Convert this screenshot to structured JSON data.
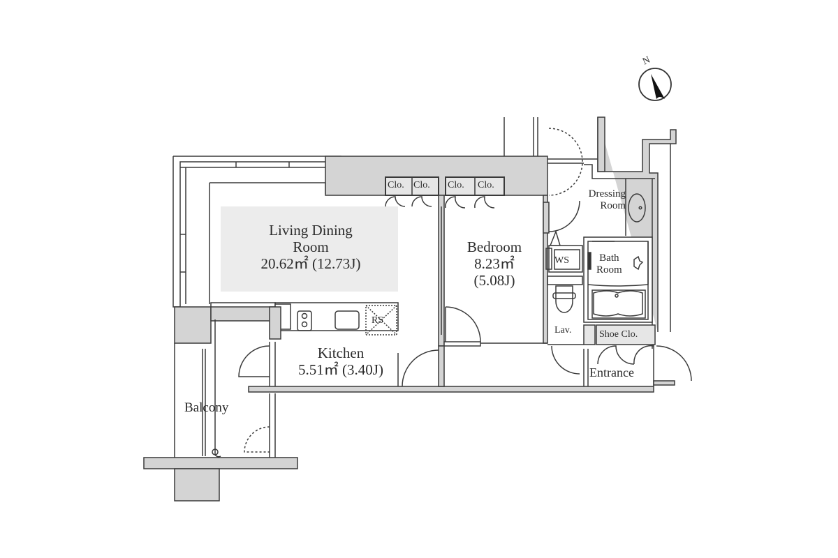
{
  "plan": {
    "rooms": {
      "living": {
        "name_line1": "Living Dining",
        "name_line2": "Room",
        "area": "20.62㎡ (12.73J)"
      },
      "bedroom": {
        "name": "Bedroom",
        "area_line1": "8.23㎡",
        "area_line2": "(5.08J)"
      },
      "kitchen": {
        "name": "Kitchen",
        "area": "5.51㎡ (3.40J)"
      },
      "balcony": {
        "name": "Balcony"
      },
      "dressing": {
        "name_line1": "Dressing",
        "name_line2": "Room"
      },
      "bath": {
        "name_line1": "Bath",
        "name_line2": "Room"
      },
      "lav": {
        "name": "Lav."
      },
      "shoe": {
        "name": "Shoe Clo."
      },
      "entrance": {
        "name": "Entrance"
      }
    },
    "closets": [
      "Clo.",
      "Clo.",
      "Clo.",
      "Clo."
    ],
    "fixtures": {
      "ws": "WS",
      "rs": "RS"
    },
    "compass": {
      "label": "N"
    },
    "colors": {
      "wall": "#d4d4d4",
      "line": "#3a3a3a",
      "highlight": "#ececec"
    }
  }
}
